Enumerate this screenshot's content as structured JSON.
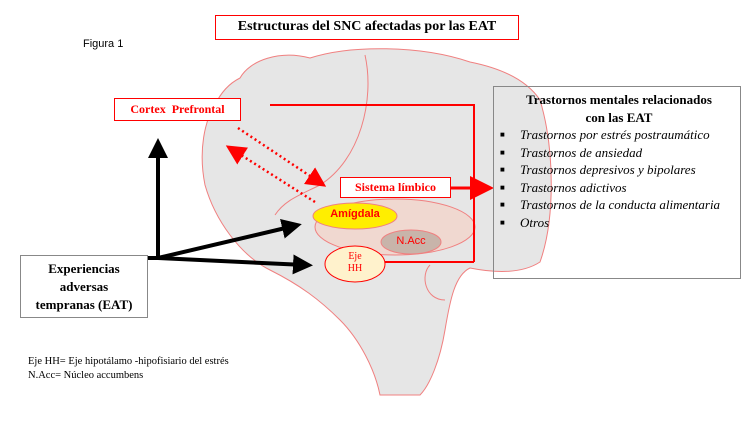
{
  "title": "Estructuras del SNC afectadas por las EAT",
  "figure_label": "Figura 1",
  "nodes": {
    "cortex": "Cortex  Prefrontal",
    "limbic": "Sistema límbico",
    "amygdala": "Amígdala",
    "nacc": "N.Acc",
    "eje_line1": "Eje",
    "eje_line2": "HH",
    "eat_line1": "Experiencias",
    "eat_line2": "adversas",
    "eat_line3": "tempranas (EAT)"
  },
  "disorders": {
    "heading_line1": "Trastornos mentales relacionados",
    "heading_line2": "con las EAT",
    "items": [
      "Trastornos por estrés postraumático",
      "Trastornos de ansiedad",
      "Trastornos depresivos y bipolares",
      "Trastornos adictivos",
      "Trastornos de la conducta alimentaria",
      "Otros"
    ]
  },
  "footnotes": [
    "Eje HH= Eje hipotálamo  -hipofisiario del estrés",
    "N.Acc= Núcleo accumbens"
  ],
  "colors": {
    "accent": "#ff0000",
    "brain": "#e6e6e6",
    "amygdala": "#ffee00",
    "nacc": "#c8b4aa",
    "eje": "#fff2cc"
  }
}
